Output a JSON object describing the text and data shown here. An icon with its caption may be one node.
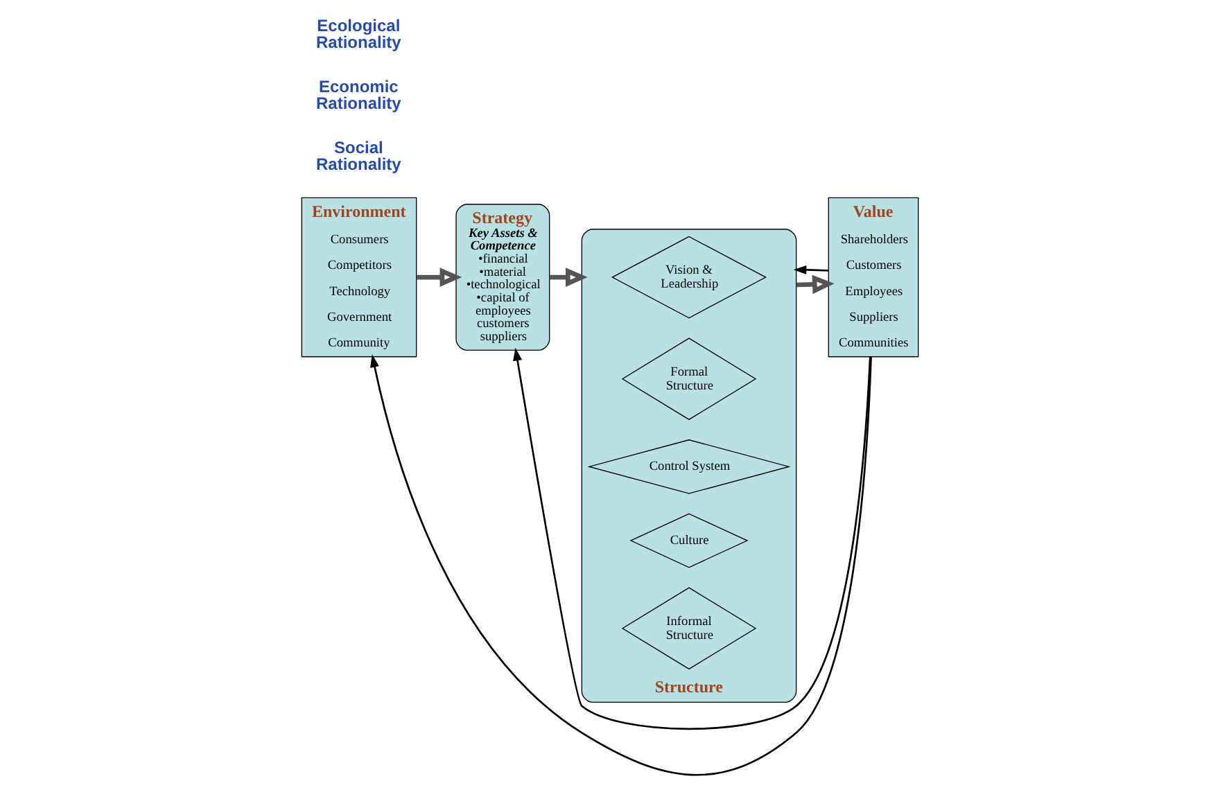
{
  "diagram": {
    "nodes": [
      {
        "text": [
          "Environment",
          "Consumers",
          "Competitors",
          "Technology",
          "Government",
          "Community"
        ]
      },
      {
        "text": [
          "Strategy",
          "Key Assets & Competence",
          "•financial",
          "•material",
          "•technological",
          "•capital of employees customers suppliers"
        ]
      },
      {
        "text": [
          "Structure"
        ]
      },
      {
        "text": [
          "Vision & Leadership"
        ],
        "in": 2
      },
      {
        "text": [
          "Formal Structure"
        ],
        "in": 2
      },
      {
        "text": [
          "Control System"
        ],
        "in": 2
      },
      {
        "text": [
          "Culture"
        ],
        "in": 2
      },
      {
        "text": [
          "Informal Structure"
        ],
        "in": 2
      },
      {
        "text": [
          "Value",
          "Shareholders",
          "Customers",
          "Employees",
          "Suppliers",
          "Communities"
        ]
      }
    ],
    "edges": [
      {
        "from": 0,
        "to": 1,
        "arrow": "to",
        "style": "thick"
      },
      {
        "from": 1,
        "to": 2,
        "arrow": "to",
        "style": "thick"
      },
      {
        "from": 2,
        "to": 8,
        "arrow": "to",
        "style": "thick"
      },
      {
        "from": 8,
        "to": 0,
        "arrow": "to"
      },
      {
        "from": 8,
        "to": 1,
        "arrow": "to"
      },
      {
        "from": 8,
        "to": 2,
        "arrow": "to"
      }
    ],
    "labels": [
      "Ecological Rationality",
      "Economic Rationality",
      "Social Rationality"
    ]
  }
}
